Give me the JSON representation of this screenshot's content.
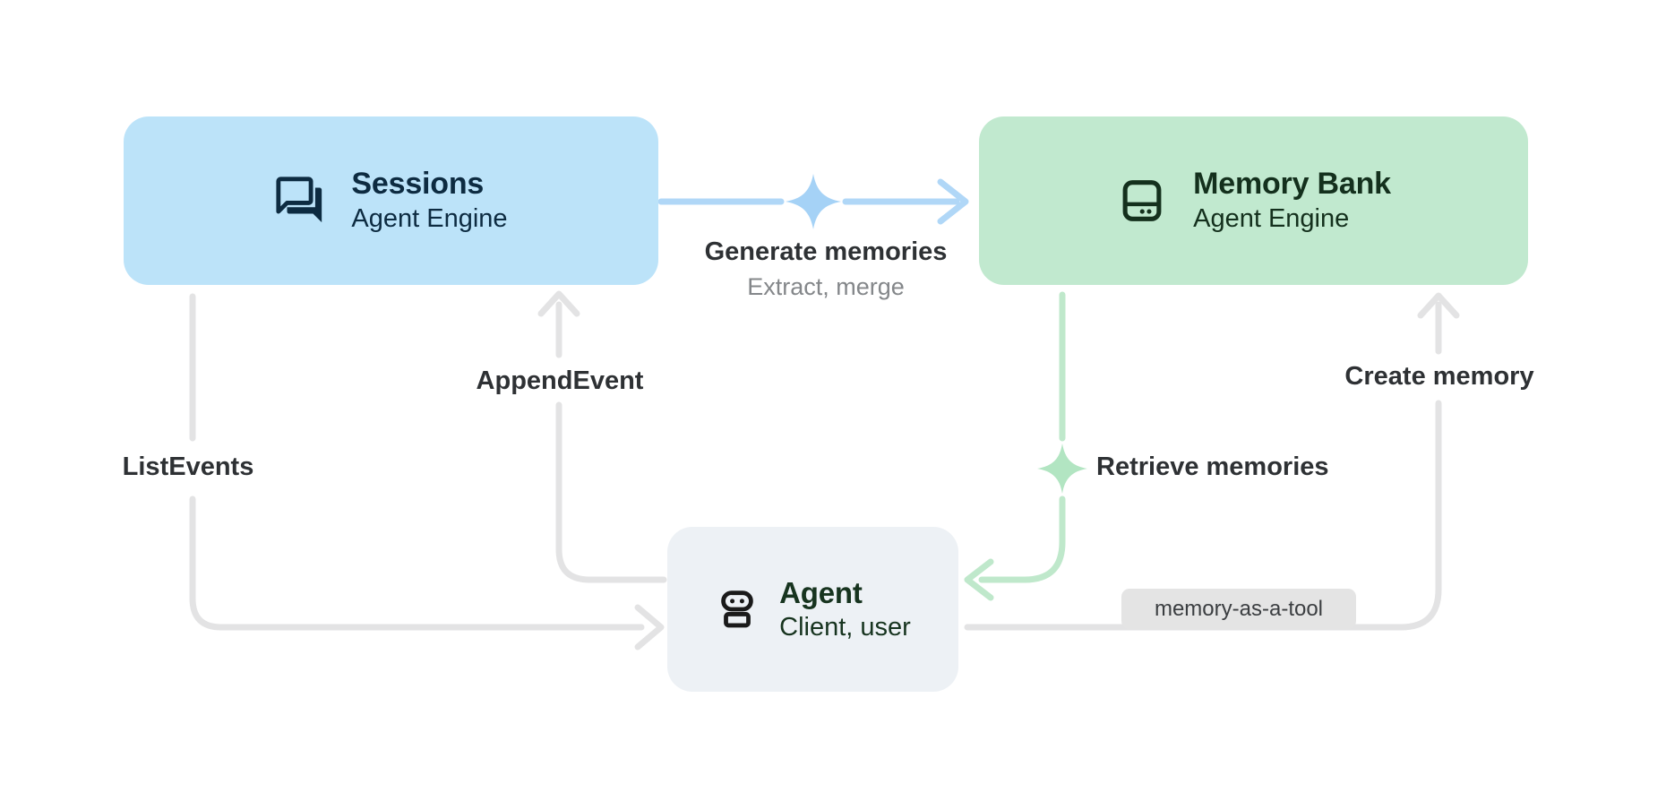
{
  "diagram": {
    "nodes": {
      "sessions": {
        "title": "Sessions",
        "subtitle": "Agent Engine",
        "icon": "chat-forum-icon",
        "fill": "#bce3f9",
        "text_color": "#0d2b41"
      },
      "memory_bank": {
        "title": "Memory Bank",
        "subtitle": "Agent Engine",
        "icon": "memory-storage-icon",
        "fill": "#c1e9cf",
        "text_color": "#14301d"
      },
      "agent": {
        "title": "Agent",
        "subtitle": "Client, user",
        "icon": "robot-icon",
        "fill": "#edf1f5",
        "text_color": "#17341f"
      }
    },
    "edges": {
      "generate_memories": {
        "label": "Generate memories",
        "sublabel": "Extract, merge",
        "color": "#b0d7f7",
        "sparkle_color": "#a5d2f6",
        "sparkle_icon": "sparkle-icon"
      },
      "retrieve_memories": {
        "label": "Retrieve memories",
        "color": "#bfe8cb",
        "sparkle_color": "#b2e5c2",
        "sparkle_icon": "sparkle-icon"
      },
      "append_event": {
        "label": "AppendEvent",
        "color": "#e3e3e4"
      },
      "list_events": {
        "label": "ListEvents",
        "color": "#e3e3e4"
      },
      "create_memory": {
        "label": "Create memory",
        "badge": "memory-as-a-tool",
        "color": "#e3e3e4",
        "badge_bg": "#e4e4e4"
      }
    },
    "label_color": "#2e3134",
    "sublabel_color": "#84878a",
    "background": "#ffffff"
  }
}
